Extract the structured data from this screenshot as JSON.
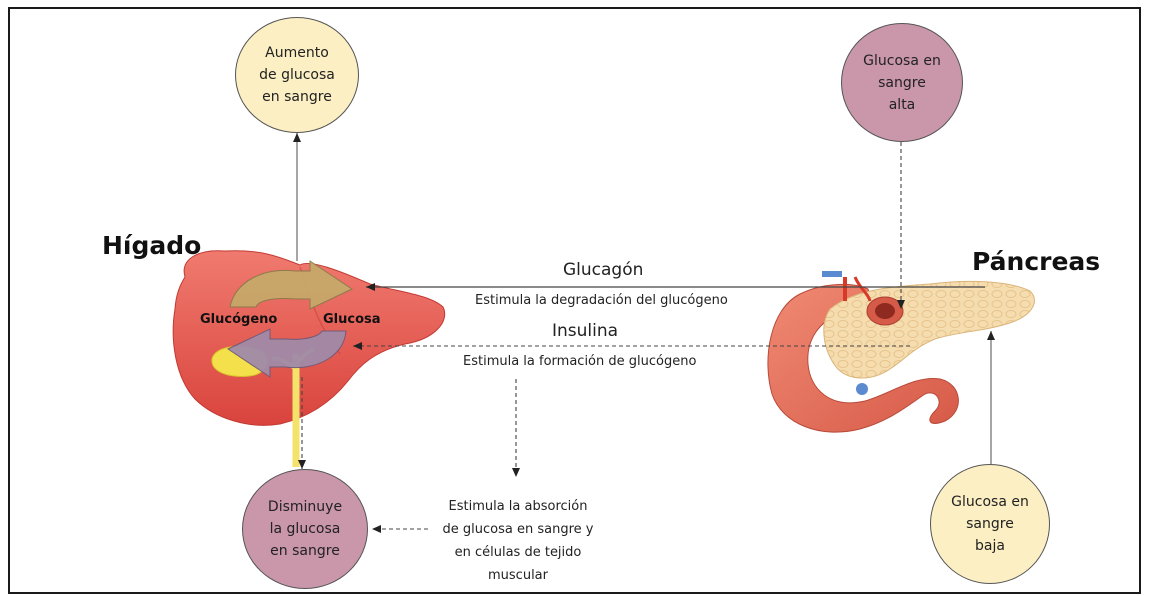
{
  "organs": {
    "liver_title": "Hígado",
    "pancreas_title": "Páncreas"
  },
  "hormones": {
    "glucagon": "Glucagón",
    "glucagon_desc": "Estimula la degradación del glucógeno",
    "insulin": "Insulina",
    "insulin_desc": "Estimula la formación de glucógeno"
  },
  "cycle": {
    "glycogen": "Glucógeno",
    "glucose": "Glucosa"
  },
  "circles": {
    "increase": [
      "Aumento",
      "de glucosa",
      "en sangre"
    ],
    "high": [
      "Glucosa en",
      "sangre",
      "alta"
    ],
    "decrease": [
      "Disminuye",
      "la glucosa",
      "en sangre"
    ],
    "low": [
      "Glucosa en",
      "sangre",
      "baja"
    ]
  },
  "absorption": [
    "Estimula la absorción",
    "de glucosa en sangre y",
    "en células de tejido",
    "muscular"
  ],
  "colors": {
    "yellow_circle": "#fcefc4",
    "purple_circle": "#c996aa",
    "liver": "#e8564f",
    "pancreas": "#f4d9a8",
    "intestine": "#e0705a"
  }
}
